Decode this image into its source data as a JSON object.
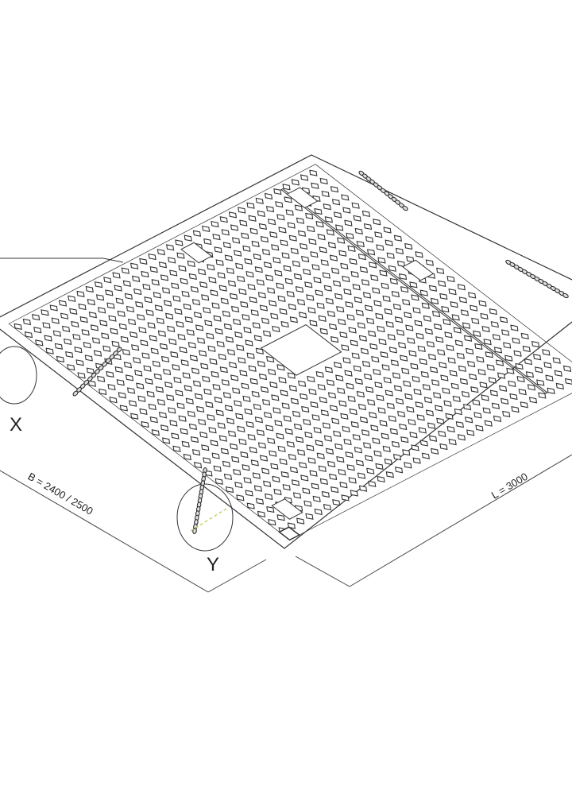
{
  "drawing": {
    "detail_x_label": "X",
    "detail_y_label": "Y",
    "width_dimension": "B = 2400 / 2500",
    "length_dimension": "L = 3000"
  },
  "colors": {
    "line": "#333333",
    "accent": "#c8d46a"
  }
}
